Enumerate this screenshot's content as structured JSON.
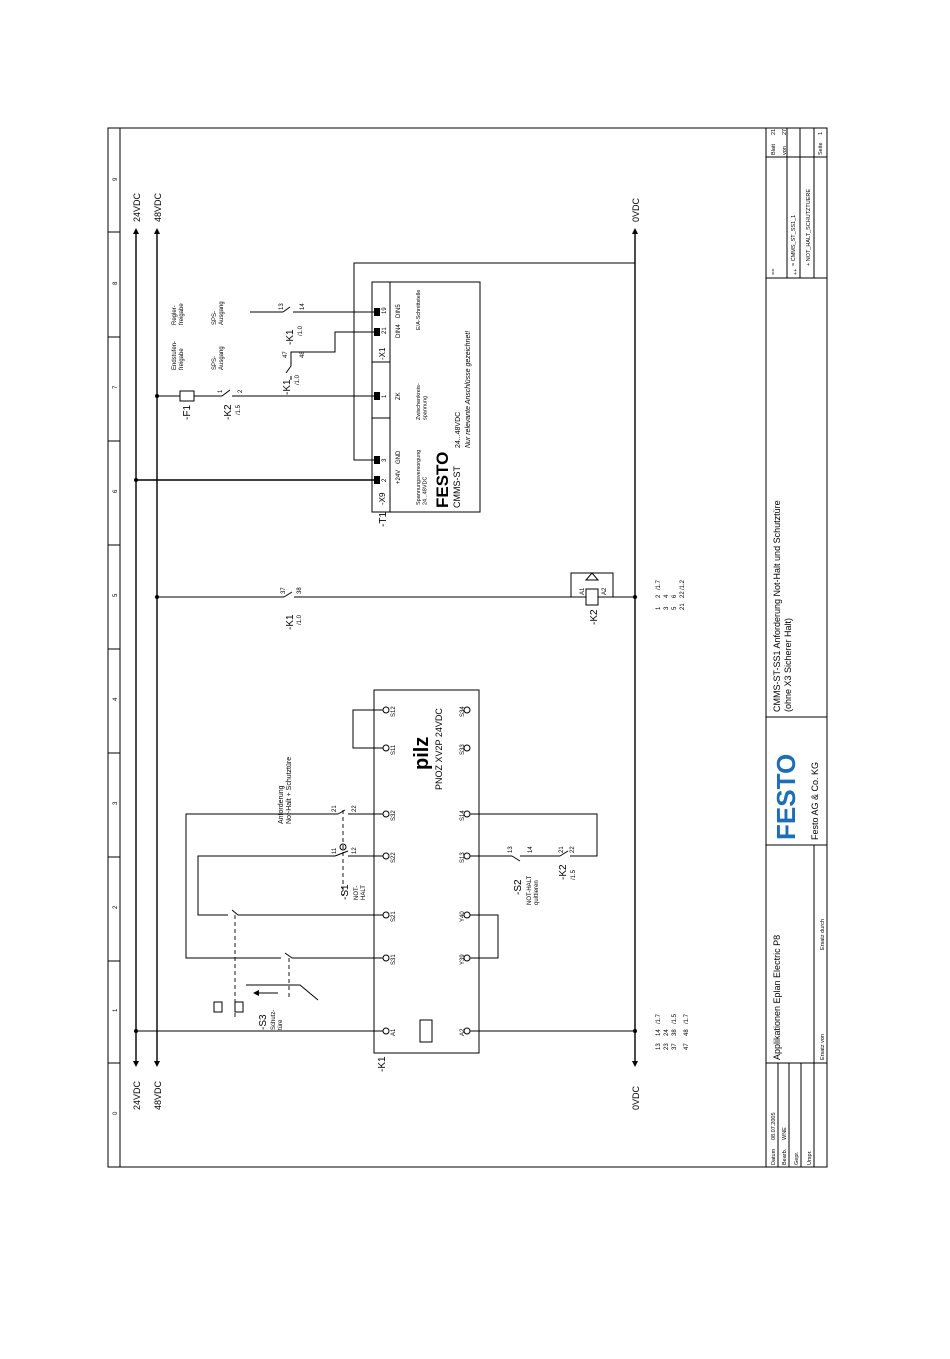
{
  "grid": {
    "columns": [
      "0",
      "1",
      "2",
      "3",
      "4",
      "5",
      "6",
      "7",
      "8",
      "9"
    ]
  },
  "rails": {
    "v24": "24VDC",
    "v48": "48VDC",
    "v0": "0VDC"
  },
  "components": {
    "K1_pnoz": {
      "tag": "-K1",
      "brand": "pilz",
      "model": "PNOZ XV2P 24VDC",
      "terminals": [
        "A1",
        "S31",
        "S21",
        "S22",
        "S32",
        "S11",
        "S12",
        "A2",
        "Y39",
        "Y40",
        "S13",
        "S14",
        "S33",
        "S34"
      ]
    },
    "S3": {
      "tag": "-S3",
      "desc": "Schutz-\ntüre"
    },
    "S1": {
      "tag": "-S1",
      "desc": "NOT-\nHALT",
      "pins": [
        "11",
        "12"
      ]
    },
    "S2": {
      "tag": "-S2",
      "desc": "NOT-HALT\nquittieren",
      "pins": [
        "13",
        "14"
      ]
    },
    "request_label": "Anforderung\nNot-Halt + Schutztüre",
    "K2_contact_pins": [
      "21",
      "22"
    ],
    "K2_contact_ref": "/1.5",
    "K1_contacts": [
      [
        "13",
        "14",
        "/1.7"
      ],
      [
        "23",
        "24",
        ""
      ],
      [
        "37",
        "38",
        "/1.5"
      ],
      [
        "47",
        "48",
        "/1.7"
      ]
    ],
    "K1_coil_contact": {
      "tag": "-K1",
      "pins": [
        "37",
        "38"
      ],
      "ref": "/1.0"
    },
    "K2": {
      "tag": "-K2",
      "coil": [
        "A1",
        "A2"
      ],
      "contacts": [
        [
          "1",
          "2",
          "/1.7"
        ],
        [
          "3",
          "4",
          ""
        ],
        [
          "5",
          "6",
          ""
        ],
        [
          "21",
          "22",
          "/1.2"
        ]
      ]
    },
    "T1": {
      "tag": "-T1",
      "brand": "FESTO",
      "model": "CMMS-ST",
      "voltage": "24...48VDC",
      "note": "Nur relevante Anschlüsse gezeichnet!",
      "x9": "-X9",
      "x1": "-X1",
      "supply_label": "Spannungsversorgung\n24...48VDC",
      "interm_label": "Zwischenkreis-\nspannung",
      "io_label": "E/A-Schnittstelle",
      "pins": [
        "2",
        "3",
        "1",
        "21",
        "19"
      ],
      "pin_names": [
        "+24V",
        "GND",
        "ZK",
        "DIN4",
        "DIN5"
      ]
    },
    "F1": {
      "tag": "-F1",
      "pins": [
        "1",
        "2"
      ]
    },
    "K2_small": {
      "tag": "-K2",
      "ref": "/1.5"
    },
    "K1_small_a": {
      "tag": "-K1",
      "pins": [
        "47",
        "48"
      ],
      "ref": "/1.0"
    },
    "K1_small_b": {
      "tag": "-K1",
      "pins": [
        "13",
        "14"
      ],
      "ref": "/1.0"
    },
    "labels_top": {
      "endstufen": "Endstufen-\nfreigabe",
      "regler": "Regler-\nfreigabe",
      "sps1": "SPS-\nAusgang",
      "sps2": "SPS-\nAusgang"
    }
  },
  "title_block": {
    "project": "Applikationen Eplan Electric P8",
    "datum_label": "Datum",
    "datum": "08.07.2005",
    "bearb_label": "Bearb.",
    "bearb": "WNE",
    "gepr_label": "Gepr.",
    "norm_label": "Urspr.",
    "ersatz_von": "Ersatz von",
    "ersatz_durch": "Ersatz durch",
    "company_logo": "FESTO",
    "company": "Festo AG & Co. KG",
    "drawing_title": "CMMS-ST-SS1 Anforderung Not-Halt und Schutztüre",
    "drawing_sub": "(ohne X3 Sicherer Halt)",
    "eq": "= CMMS_ST_SS1_1",
    "loc": "+ NOT_HALT_SCHUTZTUERE",
    "blatt_label": "Blatt",
    "blatt": "21",
    "von_label": "von",
    "von": "27",
    "seite_label": "Seite",
    "seite": "1",
    "eq_head": "==",
    "loc_head": "++"
  }
}
